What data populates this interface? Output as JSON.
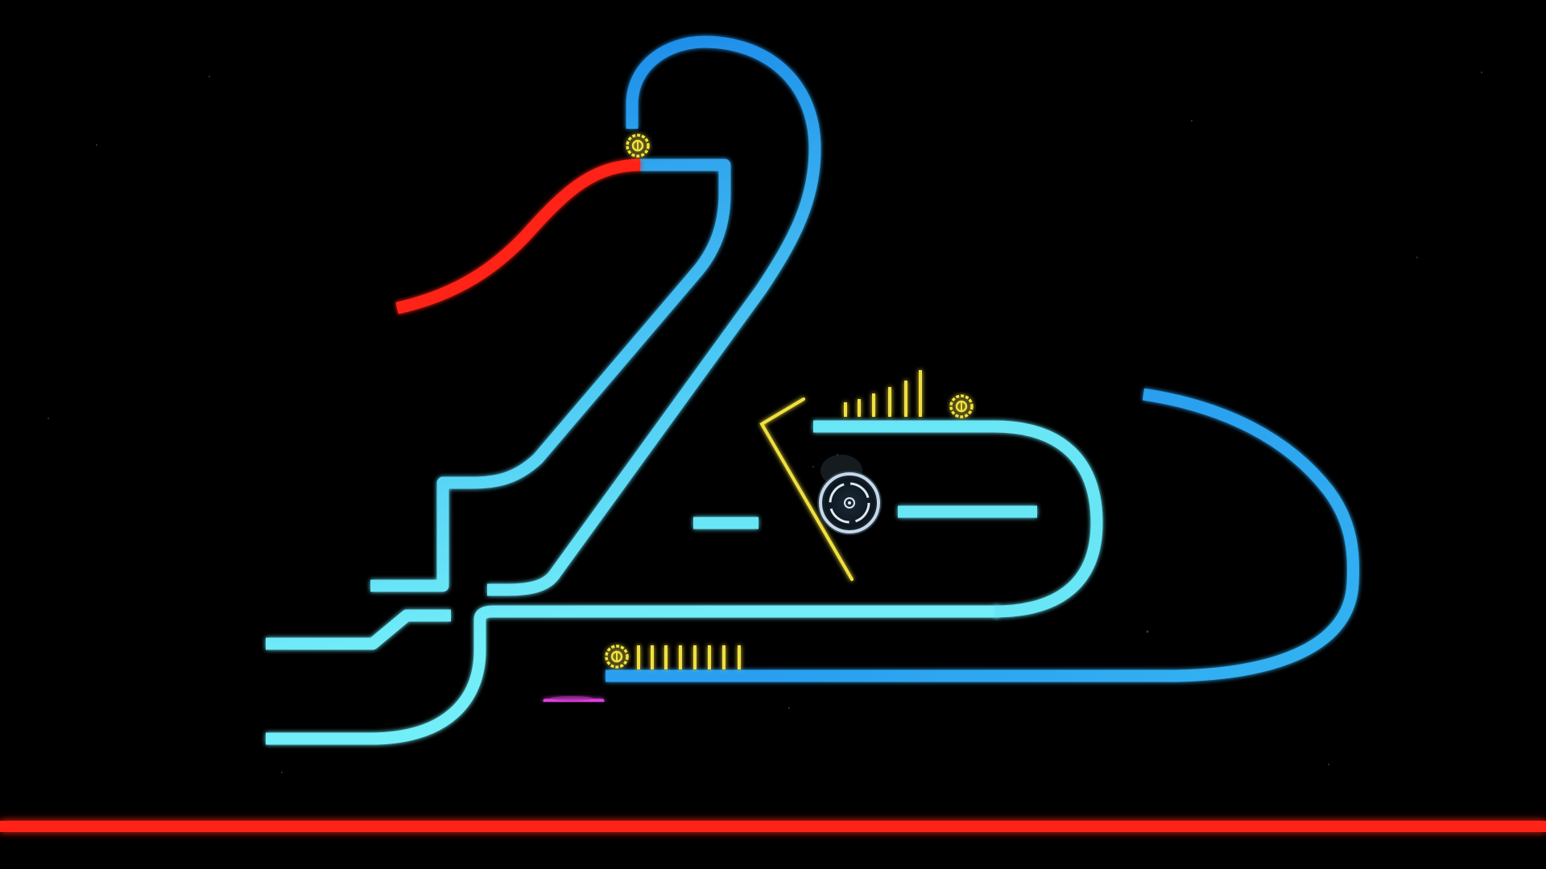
{
  "scene": {
    "type": "neon-physics-track-level",
    "hud_text": []
  },
  "colors": {
    "background": "#000000",
    "track_blue": "#2aa0f0",
    "track_cyan": "#66e4f6",
    "hazard_red": "#ff2418",
    "goal_yellow": "#f0e040",
    "boost_pink": "#e040e0",
    "player_ring": "#c8d8e8"
  },
  "icons": {
    "player": "player-ball-icon",
    "gear": "gear-checkpoint-icon"
  },
  "elements": {
    "gear_checkpoints": 3,
    "spike_groups": 2,
    "hazard_segments": 2,
    "player_balls": 1,
    "boost_pads": 1
  }
}
